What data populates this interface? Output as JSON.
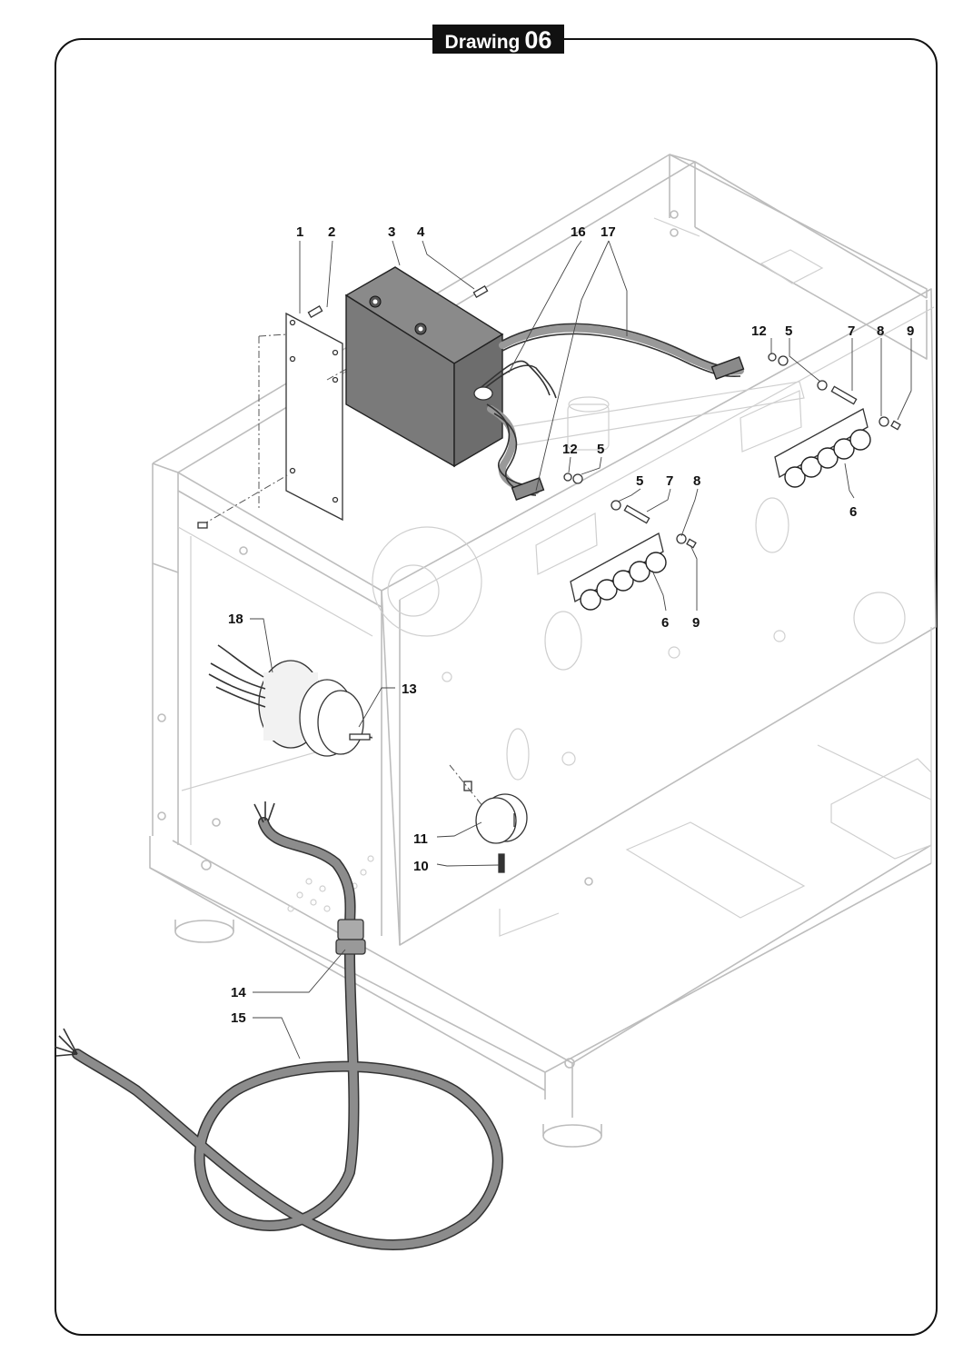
{
  "title": {
    "word": "Drawing",
    "number": "06"
  },
  "callouts": [
    {
      "id": "c1",
      "label": "1"
    },
    {
      "id": "c2",
      "label": "2"
    },
    {
      "id": "c3",
      "label": "3"
    },
    {
      "id": "c4",
      "label": "4"
    },
    {
      "id": "c16",
      "label": "16"
    },
    {
      "id": "c17",
      "label": "17"
    },
    {
      "id": "c12a",
      "label": "12"
    },
    {
      "id": "c5a",
      "label": "5"
    },
    {
      "id": "c7a",
      "label": "7"
    },
    {
      "id": "c8a",
      "label": "8"
    },
    {
      "id": "c9a",
      "label": "9"
    },
    {
      "id": "c6a",
      "label": "6"
    },
    {
      "id": "c12b",
      "label": "12"
    },
    {
      "id": "c5b",
      "label": "5"
    },
    {
      "id": "c5c",
      "label": "5"
    },
    {
      "id": "c7b",
      "label": "7"
    },
    {
      "id": "c8b",
      "label": "8"
    },
    {
      "id": "c6b",
      "label": "6"
    },
    {
      "id": "c9b",
      "label": "9"
    },
    {
      "id": "c18",
      "label": "18"
    },
    {
      "id": "c13",
      "label": "13"
    },
    {
      "id": "c11",
      "label": "11"
    },
    {
      "id": "c10",
      "label": "10"
    },
    {
      "id": "c14",
      "label": "14"
    },
    {
      "id": "c15",
      "label": "15"
    }
  ]
}
